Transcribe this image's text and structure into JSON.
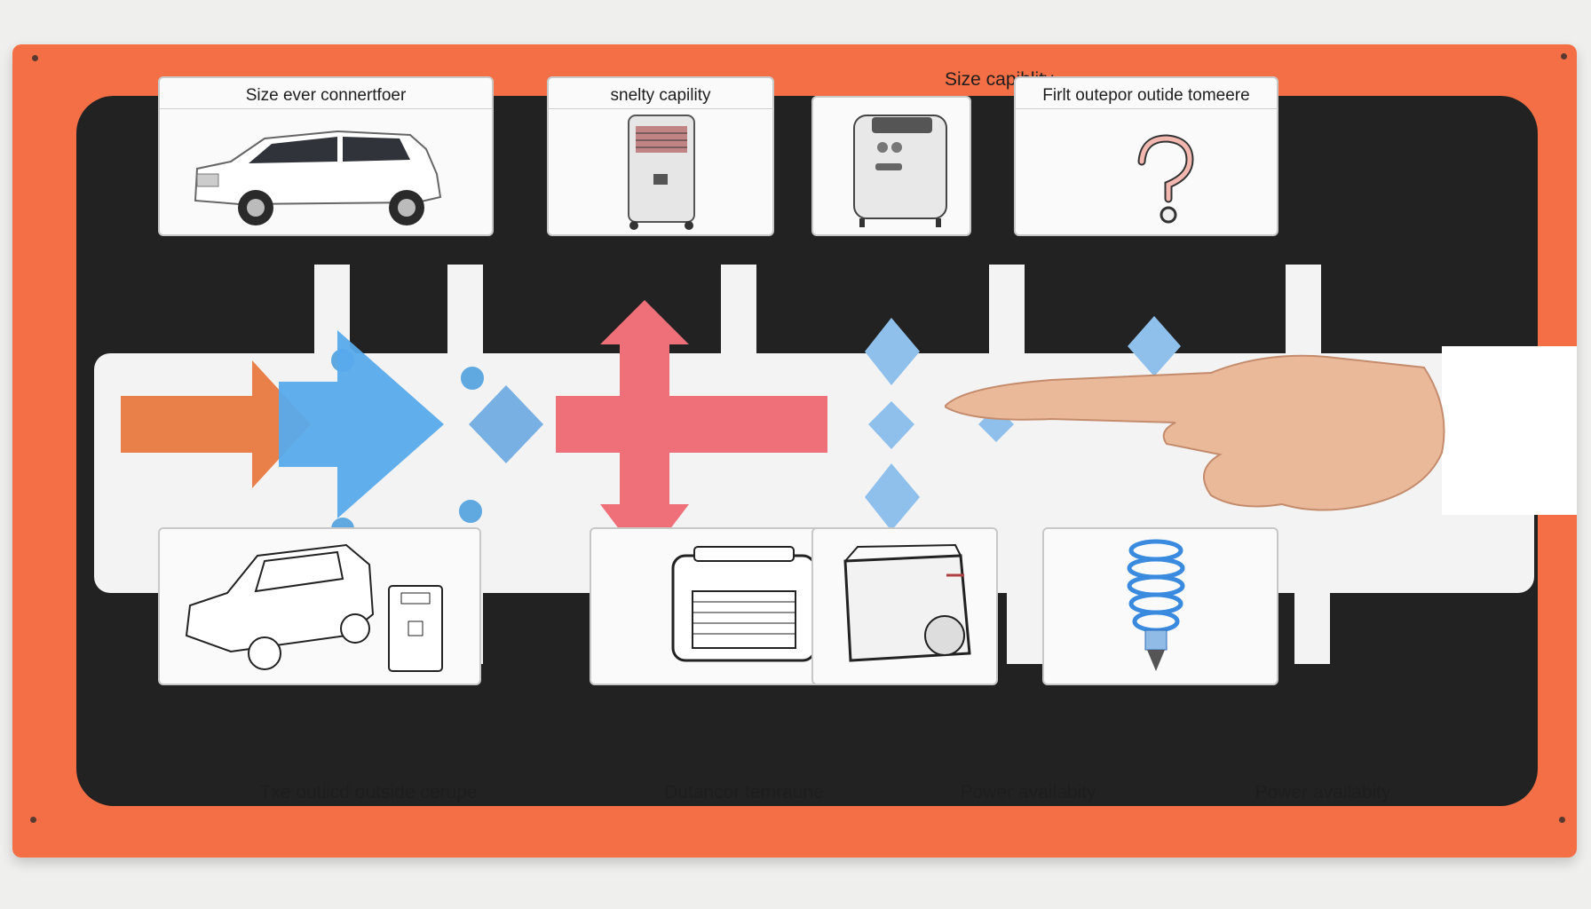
{
  "top_cards": [
    {
      "caption": "Size ever connertfoer",
      "icon": "suv-icon"
    },
    {
      "caption": "snelty capility",
      "icon": "portable-ac-icon"
    },
    {
      "caption": "",
      "icon": "compact-ac-unit-icon"
    },
    {
      "caption": "Firlt outepor outide tomeere",
      "icon": "question-mark-icon"
    }
  ],
  "floating_label": "Size   capiblity",
  "bottom_labels": [
    "Txe outiicd outside cerupe",
    "Dutancor temraune",
    "Power availabity",
    "Power availabity"
  ],
  "bottom_cards": [
    {
      "icon": "suv-outline-with-ac-icon"
    },
    {
      "icon": "window-ac-outline-icon"
    },
    {
      "icon": "portable-cooler-icon"
    },
    {
      "icon": "coolant-coil-icon"
    }
  ],
  "flow_shapes": [
    "orange-arrow-icon",
    "blue-arrow-icon",
    "blue-diamond-icon",
    "pink-cross-arrow-icon",
    "small-diamond-icons",
    "pointing-hand-icon"
  ],
  "colors": {
    "board": "#f46f45",
    "panel": "#222222",
    "orange_arrow": "#e9804a",
    "blue_arrow": "#59aaec",
    "pink_arrow": "#f0707a",
    "diamond": "#78b0e3"
  }
}
